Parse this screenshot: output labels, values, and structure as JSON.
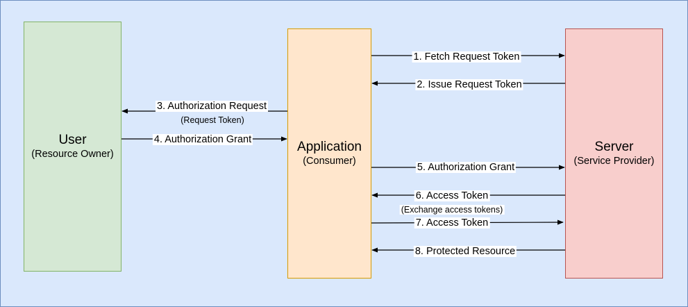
{
  "user": {
    "title": "User",
    "subtitle": "(Resource Owner)"
  },
  "application": {
    "title": "Application",
    "subtitle": "(Consumer)"
  },
  "server": {
    "title": "Server",
    "subtitle": "(Service Provider)"
  },
  "steps": [
    {
      "label": "1. Fetch Request Token"
    },
    {
      "label": "2. Issue Request Token"
    },
    {
      "label": "3. Authorization Request",
      "note": "(Request Token)"
    },
    {
      "label": "4. Authorization Grant"
    },
    {
      "label": "5. Authorization Grant"
    },
    {
      "label": "6. Access Token",
      "note": "(Exchange access tokens)"
    },
    {
      "label": "7. Access Token"
    },
    {
      "label": "8. Protected Resource"
    }
  ]
}
